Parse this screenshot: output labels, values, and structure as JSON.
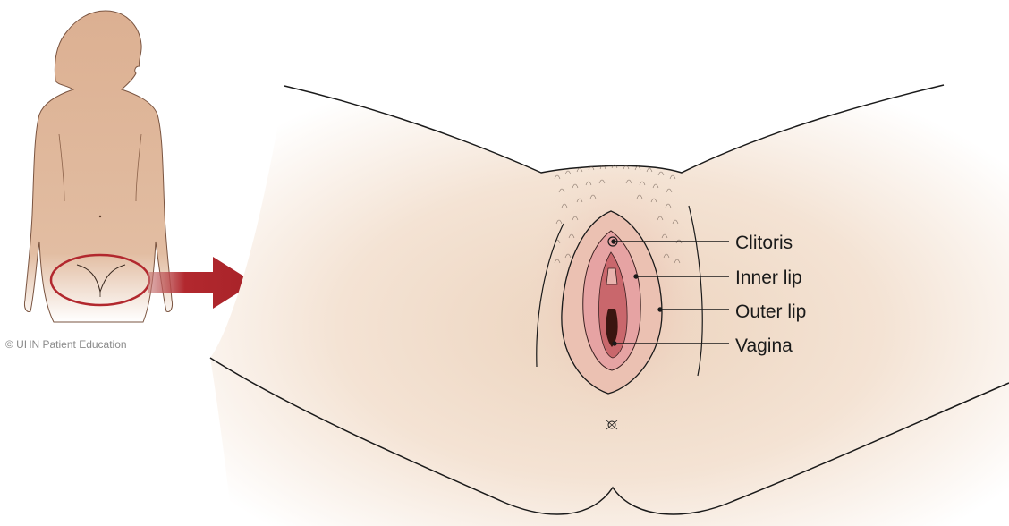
{
  "labels": {
    "clitoris": "Clitoris",
    "inner_lip": "Inner lip",
    "outer_lip": "Outer lip",
    "vagina": "Vagina"
  },
  "credit": "© UHN Patient Education",
  "icons": {
    "body_figure": "human-back-silhouette",
    "arrow": "right-arrow",
    "highlight": "circle-outline"
  },
  "colors": {
    "skin": "#dcb092",
    "skin_light": "#f3e1d1",
    "outline": "#1a1a1a",
    "arrow": "#b2282e",
    "tissue_dark": "#b9555c",
    "tissue_light": "#e6a3a3",
    "text": "#1a1a1a",
    "credit": "#8a8a8a"
  }
}
